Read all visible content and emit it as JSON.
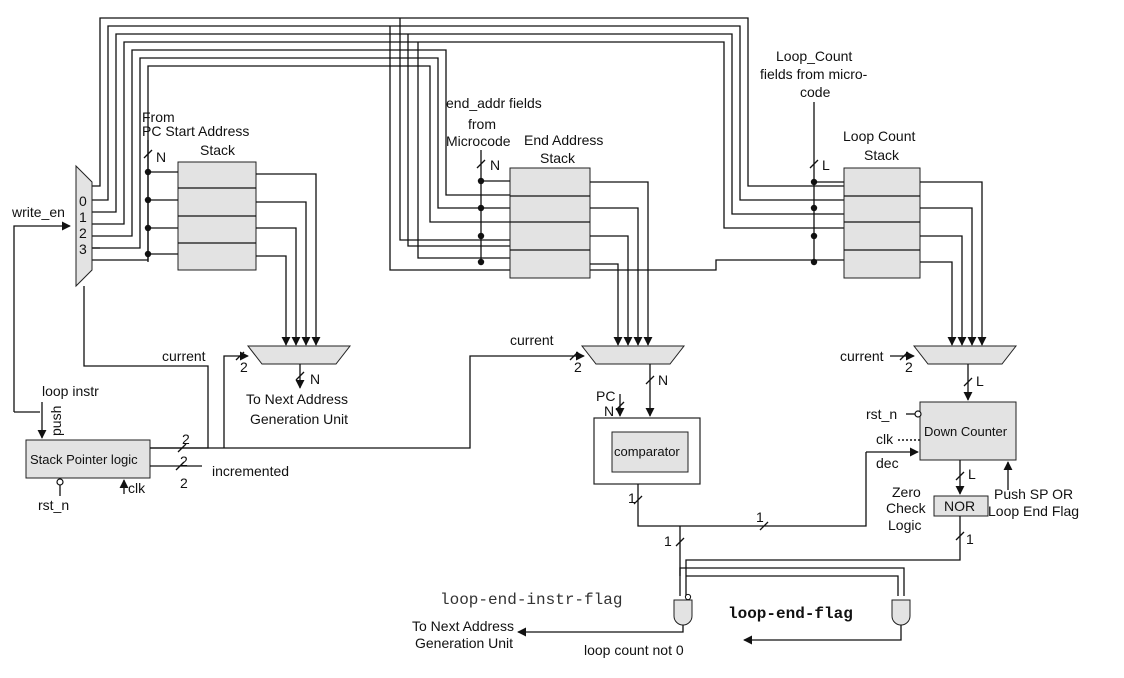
{
  "labels": {
    "write_en": "write_en",
    "mux_0": "0",
    "mux_1": "1",
    "mux_2": "2",
    "mux_3": "3",
    "from": "From",
    "pc_start_address": "PC  Start Address",
    "stack_word": "Stack",
    "width_n": "N",
    "end_addr_fields": "end_addr fields",
    "from_lower": "from",
    "microcode": "Microcode",
    "end_address": "End Address",
    "loop_count_fields_1": "Loop_Count",
    "loop_count_fields_2": "fields from micro-",
    "loop_count_fields_3": "code",
    "loop_count": "Loop Count",
    "width_l": "L",
    "current": "current",
    "width_2": "2",
    "to_next_address_1": "To Next Address",
    "to_next_address_2": "Generation Unit",
    "loop_instr": "loop instr",
    "push": "push",
    "stack_pointer_logic": "Stack Pointer logic",
    "incremented": "incremented",
    "clk": "clk",
    "rst_n": "rst_n",
    "pc": "PC",
    "comparator": "comparator",
    "width_1": "1",
    "down_counter": "Down Counter",
    "dec": "dec",
    "zero_check_1": "Zero",
    "zero_check_2": "Check",
    "zero_check_3": "Logic",
    "nor": "NOR",
    "push_sp_1": "Push SP OR",
    "push_sp_2": "Loop End Flag",
    "loop_end_instr_flag": "loop-end-instr-flag",
    "loop_end_flag": "loop-end-flag",
    "loop_count_not_0": "loop count not 0"
  }
}
